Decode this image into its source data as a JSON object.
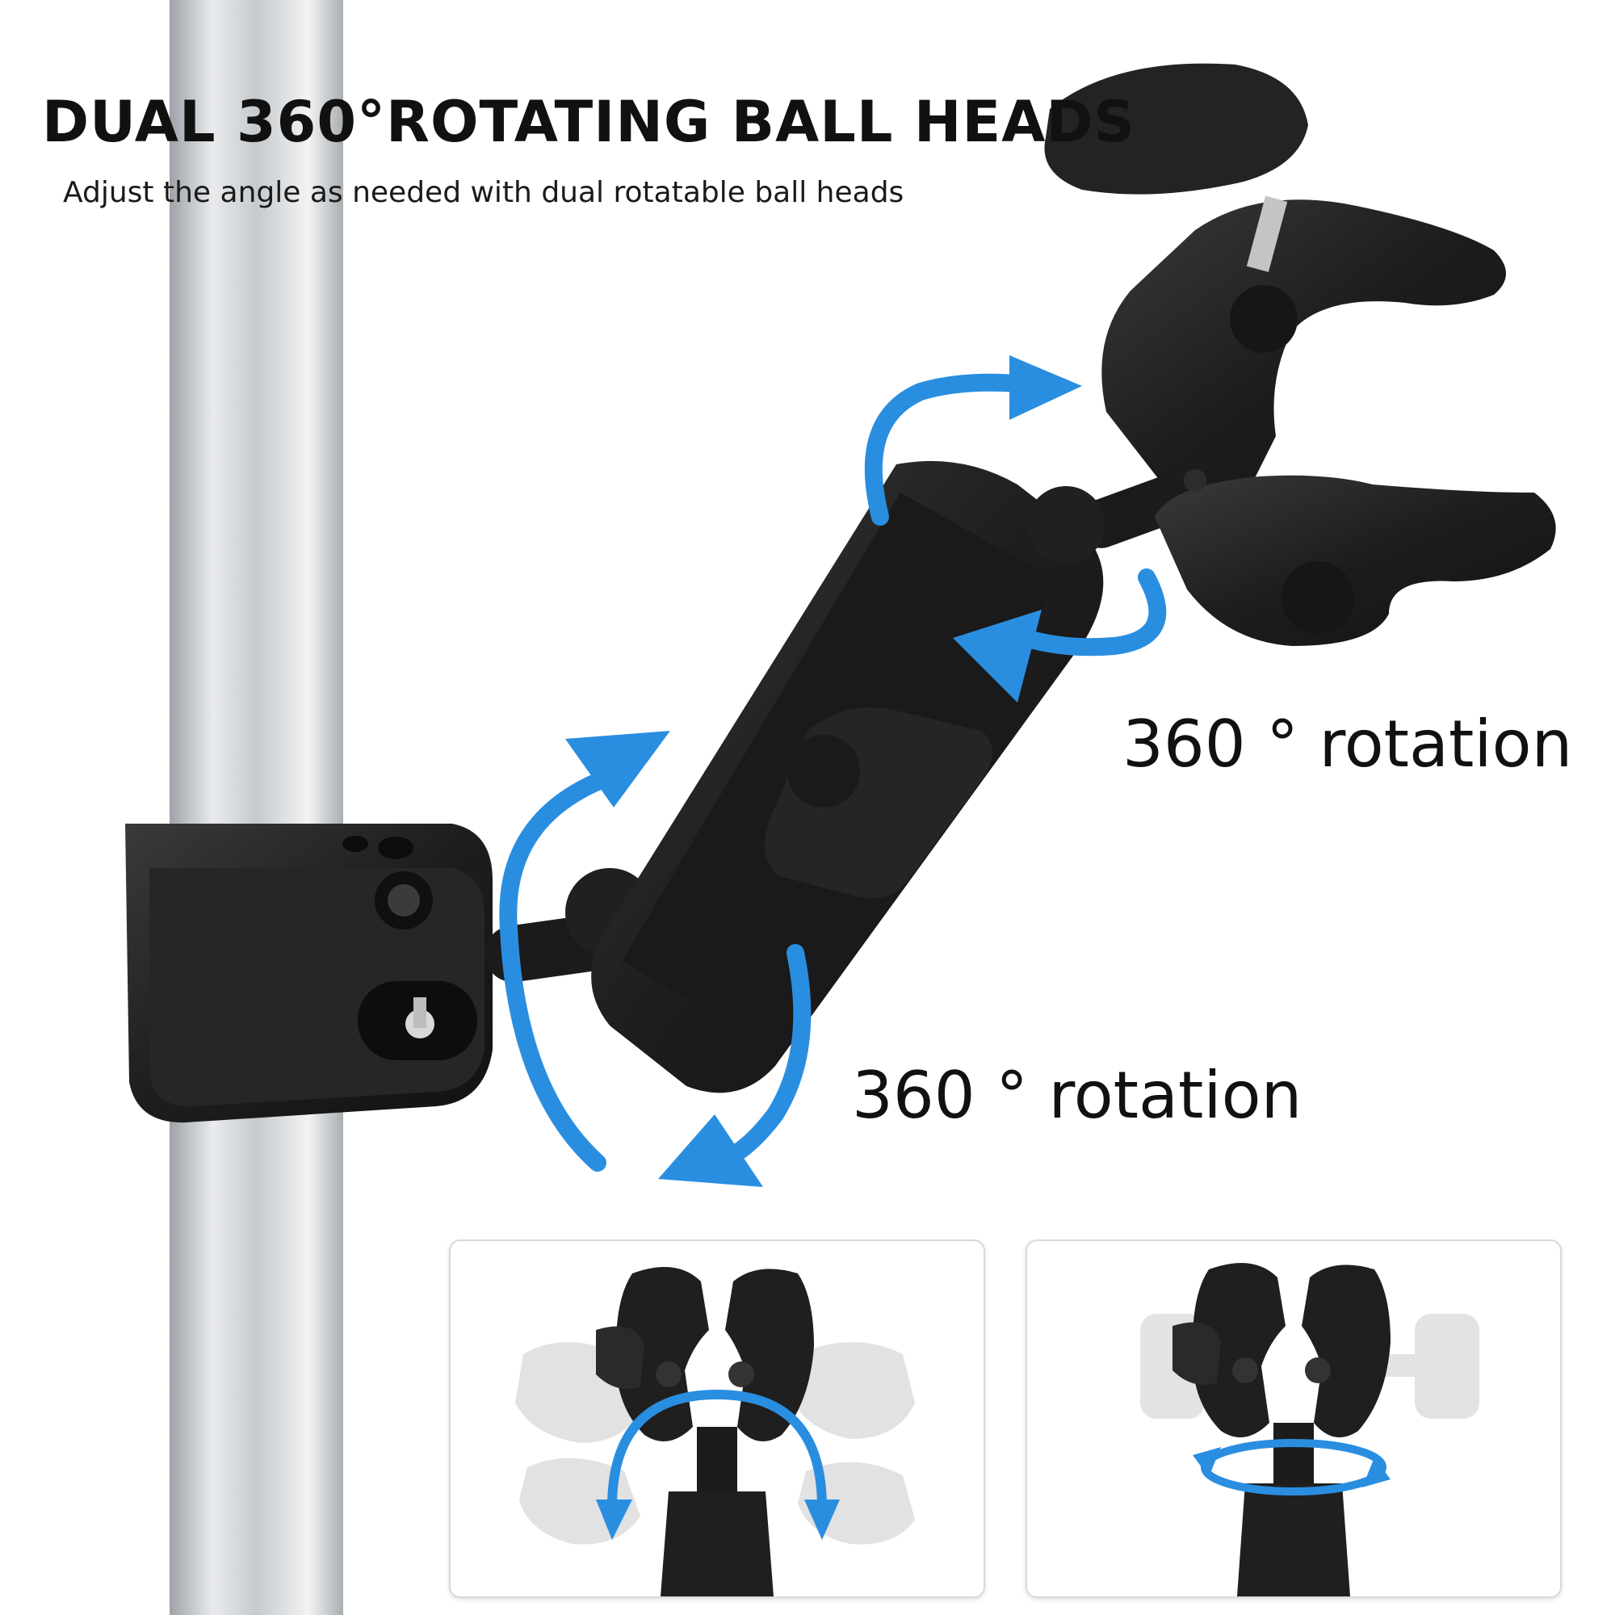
{
  "header": {
    "title": "DUAL 360°ROTATING BALL HEADS",
    "subtitle": "Adjust the angle as needed with dual rotatable ball heads"
  },
  "annotations": {
    "upper_rotation_label": "360 ° rotation",
    "lower_rotation_label": "360 ° rotation"
  },
  "colors": {
    "accent_blue": "#2a8ee0",
    "product_black": "#1e1e1e",
    "pole_silver": "#cfd3d6"
  }
}
